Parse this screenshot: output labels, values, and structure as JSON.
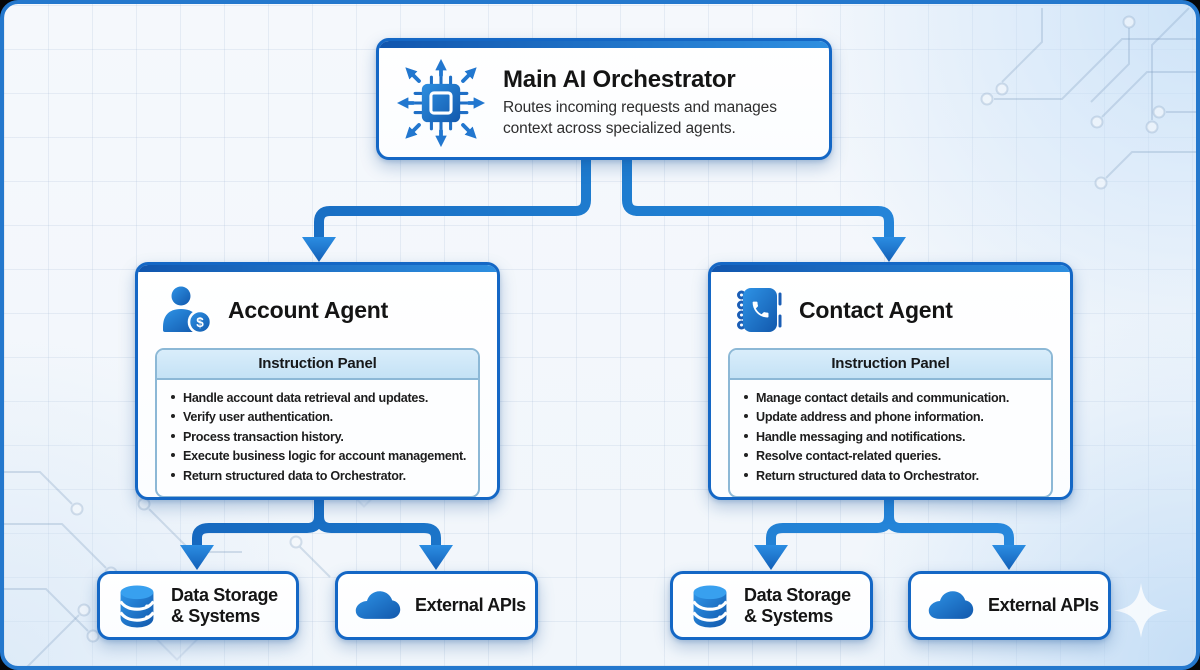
{
  "diagram": {
    "orchestrator": {
      "title": "Main AI Orchestrator",
      "description": "Routes incoming requests and manages context across specialized agents.",
      "icon": "chip-network-icon"
    },
    "agents": [
      {
        "title": "Account Agent",
        "icon": "user-dollar-icon",
        "panel_title": "Instruction Panel",
        "instructions": [
          "Handle account data retrieval and updates.",
          "Verify user authentication.",
          "Process transaction history.",
          "Execute business logic for account management.",
          "Return structured data to Orchestrator."
        ]
      },
      {
        "title": "Contact Agent",
        "icon": "contact-book-icon",
        "panel_title": "Instruction Panel",
        "instructions": [
          "Manage contact details and communication.",
          "Update address and phone information.",
          "Handle messaging and notifications.",
          "Resolve contact-related queries.",
          "Return structured data to Orchestrator."
        ]
      }
    ],
    "resources": [
      {
        "icon": "database-icon",
        "line1": "Data Storage",
        "line2": "& Systems"
      },
      {
        "icon": "cloud-icon",
        "line1": "External APIs"
      },
      {
        "icon": "database-icon",
        "line1": "Data Storage",
        "line2": "& Systems"
      },
      {
        "icon": "cloud-icon",
        "line1": "External APIs"
      }
    ],
    "icons": {
      "dollar_glyph": "$"
    },
    "colors": {
      "accent": "#1a73cf",
      "accent_dark": "#1156ae",
      "accent_light": "#2e8fe0",
      "box_border": "#1467c5",
      "panel_header_bg": "#cfe8f8",
      "panel_border": "#8cb8d6",
      "canvas_border": "#2478cd",
      "canvas_bg": "#f3f7fb",
      "text_dark": "#141414"
    }
  }
}
